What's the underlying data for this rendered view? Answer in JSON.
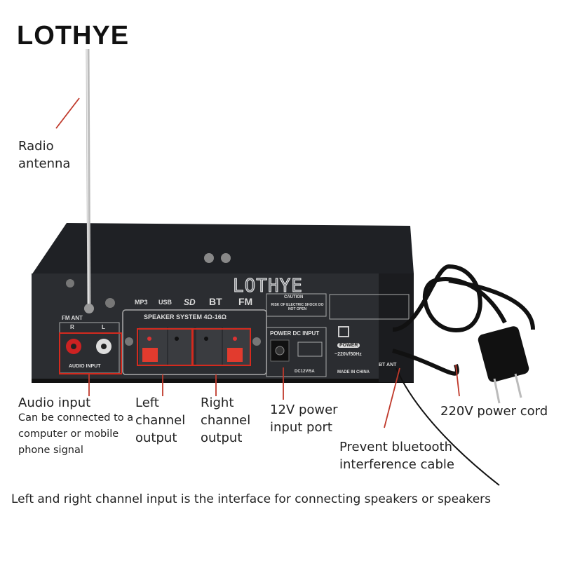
{
  "brand": "LOTHYE",
  "watermark": "LOTHYE",
  "callouts": {
    "antenna": "Radio antenna",
    "audio_input": "Audio input",
    "audio_input_note": "Can be connected to a computer or mobile phone signal",
    "left_output": "Left channel output",
    "right_output": "Right channel output",
    "power_port": "12V power input port",
    "bt_cable": "Prevent bluetooth interference cable",
    "power_cord": "220V power cord"
  },
  "caption": "Left and right channel input is the interface for connecting speakers or speakers",
  "device": {
    "fm_ant": "FM ANT",
    "r": "R",
    "l": "L",
    "audio_input": "AUDIO INPUT",
    "formats": [
      "MP3",
      "USB",
      "SD",
      "BT",
      "FM"
    ],
    "speaker_system": "SPEAKER SYSTEM 4Ω-16Ω",
    "power_dc_input": "POWER DC INPUT",
    "dc_rating": "DC12V/5A",
    "caution": "CAUTION",
    "caution_text": "RISK OF ELECTRIC SHOCK DO NOT OPEN",
    "power": "POWER",
    "ac_rating": "~220V/50Hz",
    "made_in": "MADE IN CHINA",
    "bt_ant": "BT ANT"
  },
  "colors": {
    "callout_line": "#c0392b",
    "highlight_box": "#d42a1e",
    "chassis": "#2b2d31"
  }
}
